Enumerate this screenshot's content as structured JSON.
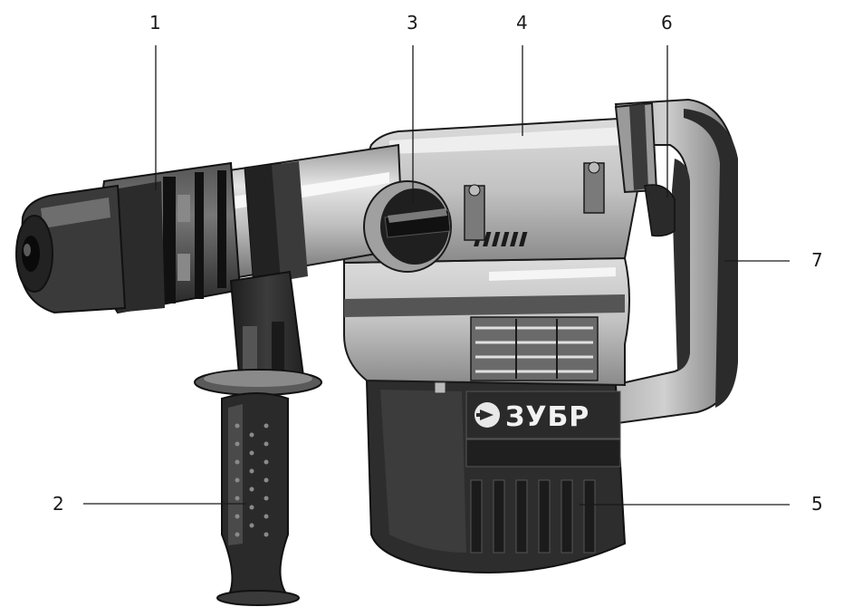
{
  "brand": {
    "label": "ЗУБР",
    "emblem_icon": "arrow-chevron-emblem-icon"
  },
  "callouts": [
    {
      "id": "1",
      "label": "1"
    },
    {
      "id": "2",
      "label": "2"
    },
    {
      "id": "3",
      "label": "3"
    },
    {
      "id": "4",
      "label": "4"
    },
    {
      "id": "5",
      "label": "5"
    },
    {
      "id": "6",
      "label": "6"
    },
    {
      "id": "7",
      "label": "7"
    }
  ],
  "colors": {
    "body_dark": "#3a3a3a",
    "body_mid": "#8c8c8c",
    "body_light": "#d4d4d4",
    "rubber": "#2a2a2a",
    "line": "#1a1a1a",
    "background": "#ffffff"
  }
}
